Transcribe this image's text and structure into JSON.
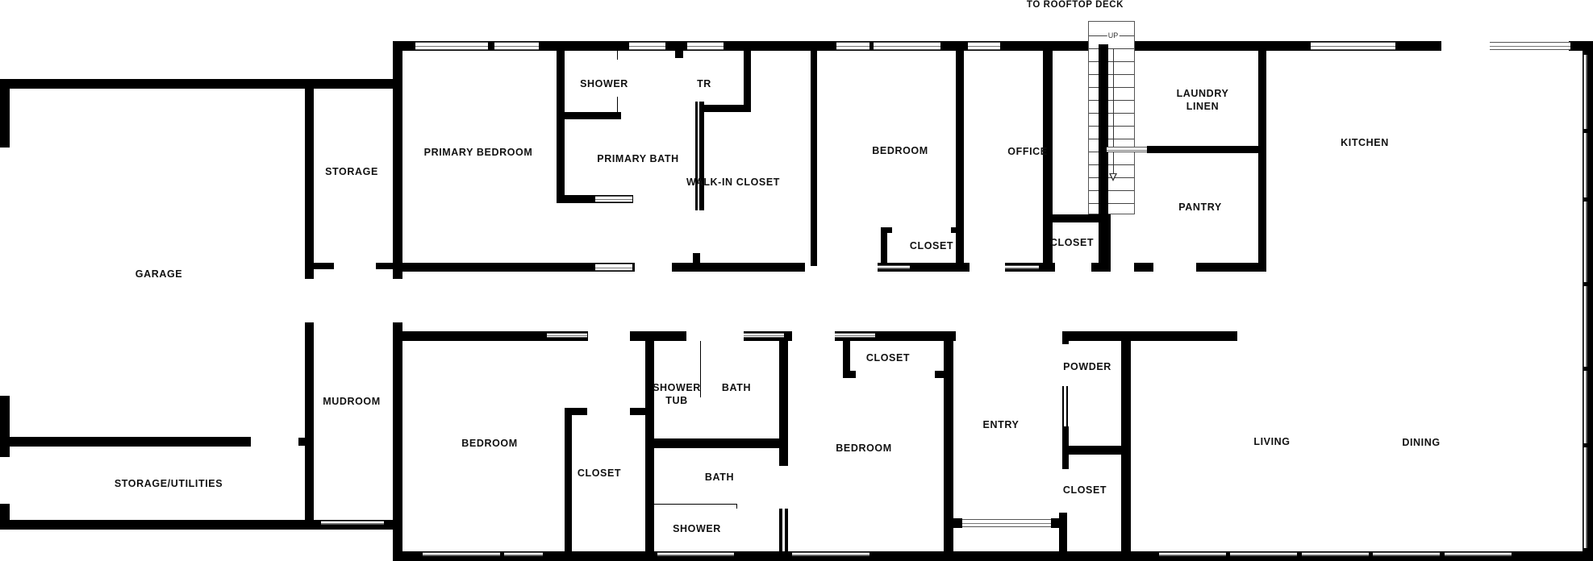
{
  "plan": {
    "type": "floor-plan",
    "annotation": "TO ROOFTOP DECK",
    "stairs_label": "UP",
    "colors": {
      "wall": "#000000",
      "background": "#ffffff",
      "window": "#555555"
    }
  },
  "rooms": {
    "garage": "GARAGE",
    "storage": "STORAGE",
    "primary_bedroom": "PRIMARY BEDROOM",
    "shower_primary": "SHOWER",
    "primary_bath": "PRIMARY BATH",
    "tr": "TR",
    "walk_in_closet": "WALK-IN CLOSET",
    "bedroom_north": "BEDROOM",
    "closet_bedroom_north": "CLOSET",
    "office": "OFFICE",
    "closet_stairs": "CLOSET",
    "laundry_linen": "LAUNDRY\nLINEN",
    "pantry": "PANTRY",
    "kitchen": "KITCHEN",
    "mudroom": "MUDROOM",
    "storage_utilities": "STORAGE/UTILITIES",
    "bedroom_southwest": "BEDROOM",
    "closet_southwest": "CLOSET",
    "shower_tub": "SHOWER\nTUB",
    "bath_upper": "BATH",
    "bath_lower": "BATH",
    "shower_lower": "SHOWER",
    "closet_bedroom_south": "CLOSET",
    "bedroom_south": "BEDROOM",
    "entry": "ENTRY",
    "powder": "POWDER",
    "closet_entry": "CLOSET",
    "living": "LIVING",
    "dining": "DINING"
  }
}
